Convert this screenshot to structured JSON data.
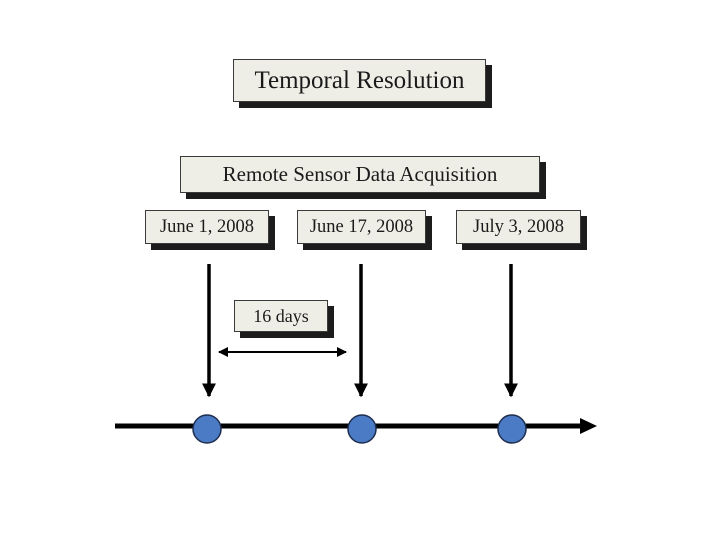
{
  "title": "Temporal Resolution",
  "subtitle": "Remote Sensor Data Acquisition",
  "dates": [
    {
      "label": "June 1, 2008"
    },
    {
      "label": "June 17, 2008"
    },
    {
      "label": "July 3, 2008"
    }
  ],
  "interval_label": "16 days",
  "colors": {
    "box_fill": "#efeee6",
    "box_shadow": "#1c1c1c",
    "marker_fill": "#4a7bc4",
    "line": "#000000"
  }
}
